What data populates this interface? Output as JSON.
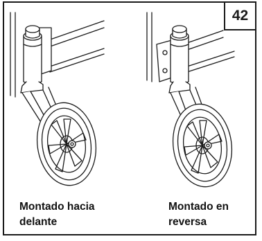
{
  "page_number": "42",
  "captions": {
    "front": "Montado hacia delante",
    "reverse": "Montado en reversa"
  },
  "colors": {
    "ink": "#1a1a1a",
    "background": "#ffffff"
  },
  "illustrations": [
    {
      "name": "caster-front-mounted",
      "icon": "caster-wheel-front"
    },
    {
      "name": "caster-reverse-mounted",
      "icon": "caster-wheel-reverse"
    }
  ]
}
